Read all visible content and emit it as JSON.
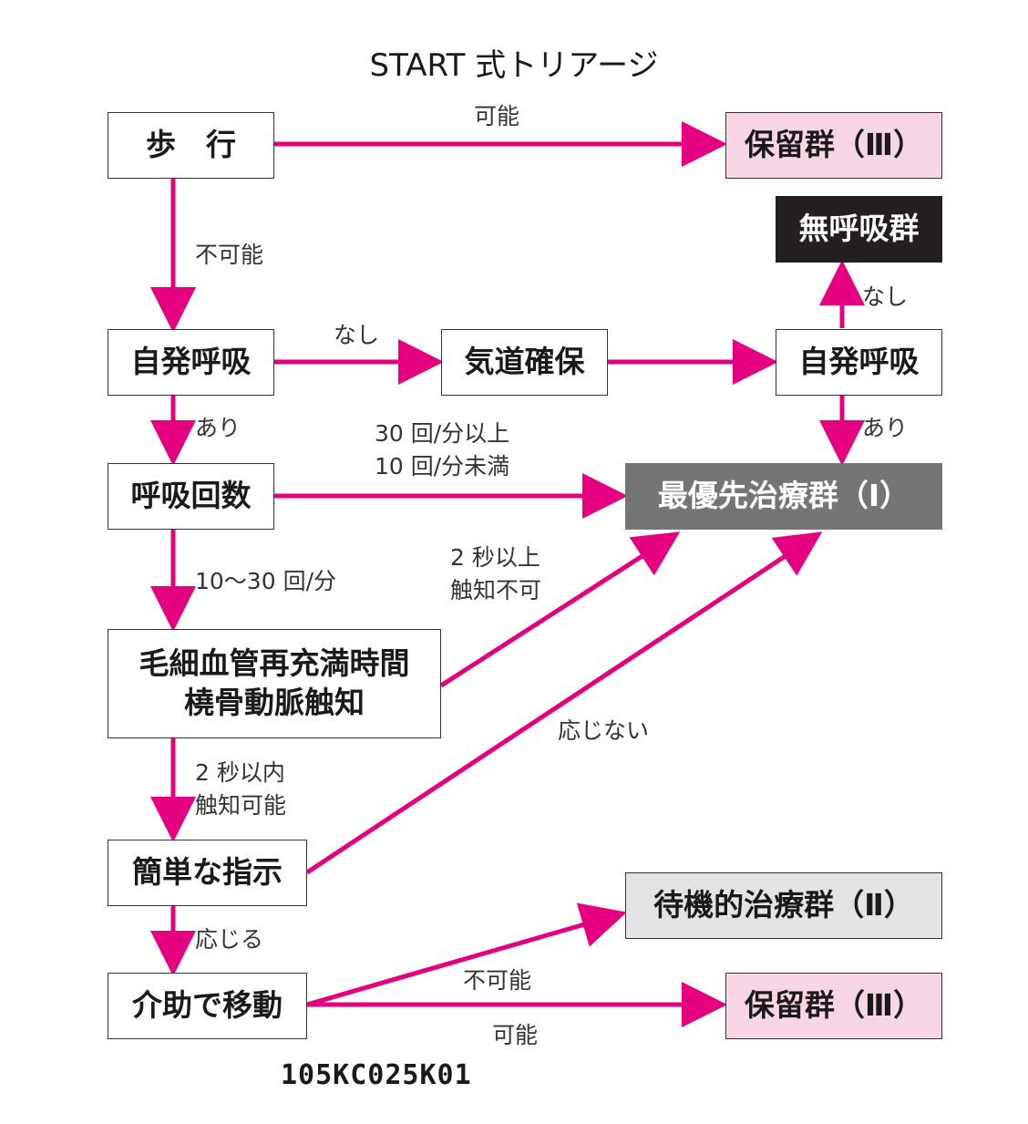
{
  "title": "START 式トリアージ",
  "code": "105KC025K01",
  "colors": {
    "arrow": "#e5007f",
    "pink_box": "#f9d6e6",
    "black_box": "#231f20",
    "gray_box": "#757575",
    "light_gray_box": "#e4e4e6"
  },
  "nodes": {
    "walk": "歩　行",
    "hold1": "保留群（Ⅲ）",
    "no_breath": "無呼吸群",
    "spont1": "自発呼吸",
    "airway": "気道確保",
    "spont2": "自発呼吸",
    "rate": "呼吸回数",
    "immediate": "最優先治療群（Ⅰ）",
    "crt_line1": "毛細血管再充満時間",
    "crt_line2": "橈骨動脈触知",
    "command": "簡単な指示",
    "delayed": "待機的治療群（Ⅱ）",
    "assist": "介助で移動",
    "hold2": "保留群（Ⅲ）"
  },
  "labels": {
    "walk_yes": "可能",
    "walk_no": "不可能",
    "none1": "なし",
    "none2": "なし",
    "yes1": "あり",
    "yes2": "あり",
    "rate_out1": "30 回/分以上",
    "rate_out2": "10 回/分未満",
    "rate_in": "10〜30 回/分",
    "crt_out1": "2 秒以上",
    "crt_out2": "触知不可",
    "crt_in1": "2 秒以内",
    "crt_in2": "触知可能",
    "no_response": "応じない",
    "response": "応じる",
    "assist_no": "不可能",
    "assist_yes": "可能"
  }
}
